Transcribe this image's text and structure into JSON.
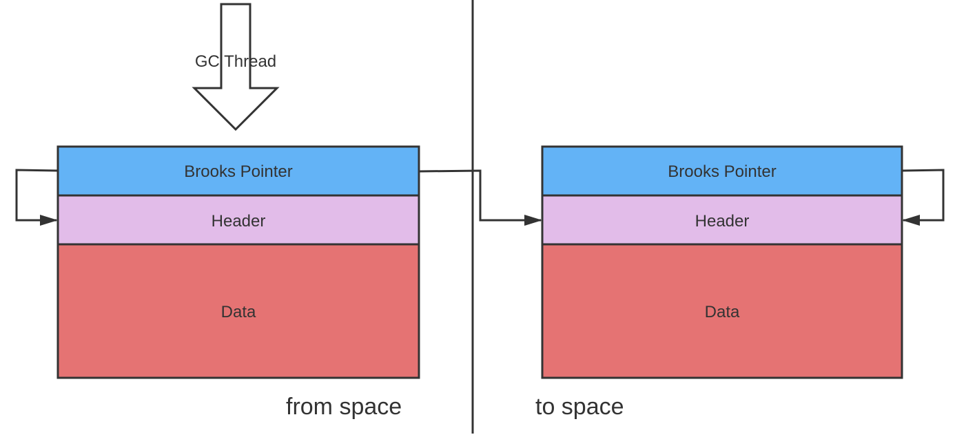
{
  "gc_thread": {
    "label": "GC Thread"
  },
  "from_space": {
    "label": "from space",
    "rows": {
      "pointer": "Brooks Pointer",
      "header": "Header",
      "data": "Data"
    }
  },
  "to_space": {
    "label": "to space",
    "rows": {
      "pointer": "Brooks Pointer",
      "header": "Header",
      "data": "Data"
    }
  },
  "colors": {
    "pointer": "#63b3f6",
    "header": "#e2bce9",
    "data": "#e57373",
    "stroke": "#333333",
    "text": "#333333"
  }
}
